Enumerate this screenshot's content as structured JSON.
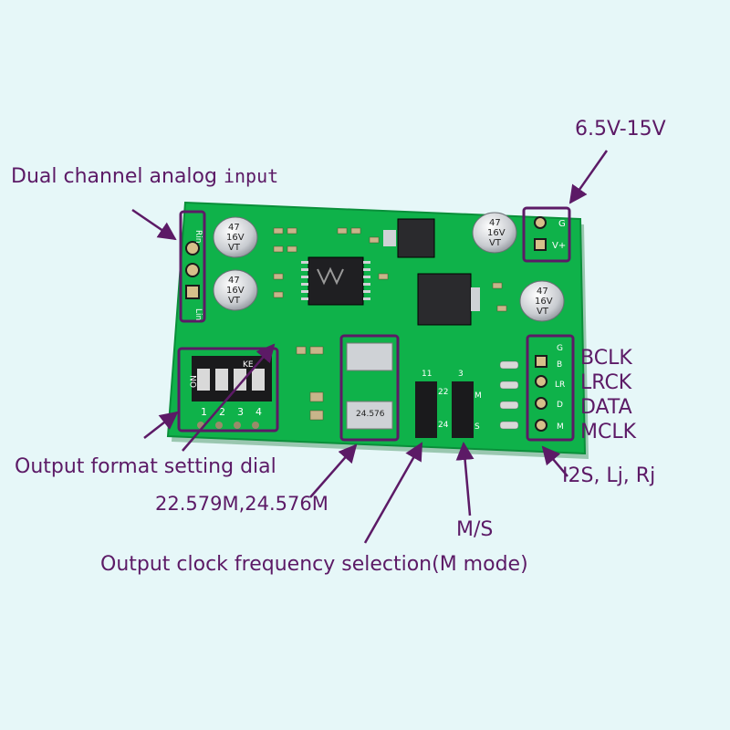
{
  "annotations": {
    "analog_input": "Dual channel analog",
    "analog_input_mono": "input",
    "voltage": "6.5V-15V",
    "bclk": "BCLK",
    "lrck": "LRCK",
    "data": "DATA",
    "mclk": "MCLK",
    "format_dial": "Output format setting dial",
    "freqs": "22.579M,24.576M",
    "i2s_modes": "I2S, Lj, Rj",
    "ms": "M/S",
    "clock_select": "Output clock frequency selection(M mode)"
  },
  "silkscreen": {
    "cap_rating": "47",
    "cap_voltage": "16V",
    "cap_series": "VT",
    "crystal_a": "24.576",
    "ke": "KE",
    "dip_numbers": [
      "1",
      "2",
      "3",
      "4"
    ],
    "right_header": [
      "G",
      "B",
      "LR",
      "D",
      "M"
    ],
    "left_header": [
      "Rin",
      "Lin"
    ],
    "power_header": [
      "G",
      "V+"
    ],
    "jumper_a": [
      "11",
      "22",
      "24"
    ],
    "jumper_b": [
      "3",
      "M",
      "S"
    ],
    "on": "ON"
  },
  "colors": {
    "pcb": "#0fb24a",
    "pcb_dark": "#0a8f3a",
    "annotation": "#5c1a66",
    "background": "#e6f7f8"
  }
}
